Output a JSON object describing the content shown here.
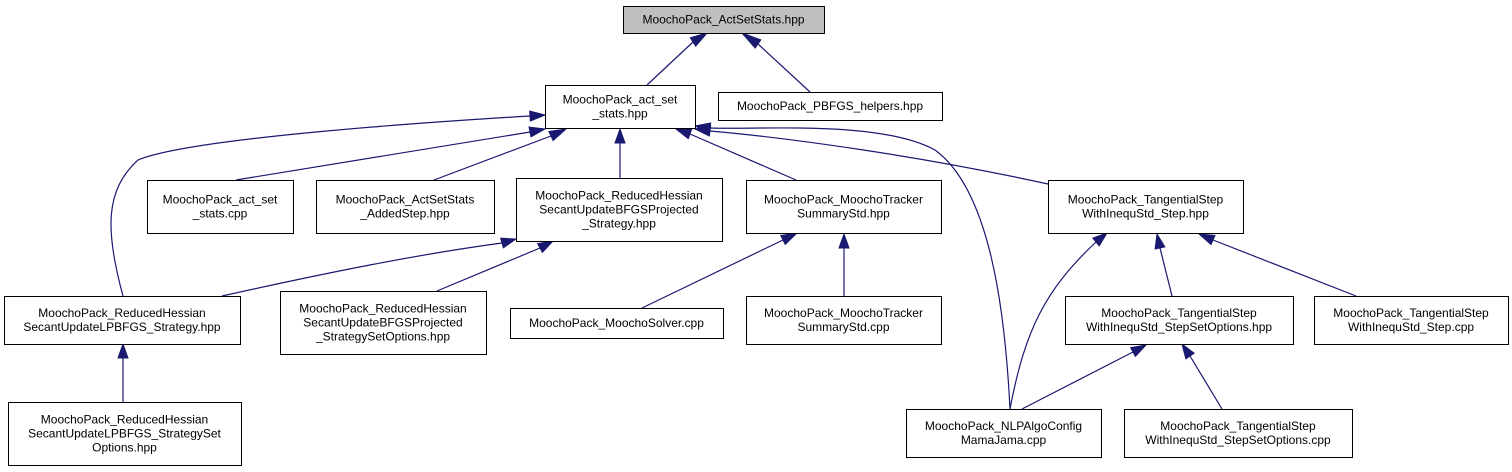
{
  "colors": {
    "edge": "#191970",
    "node_fill": "#ffffff",
    "root_fill": "#bfbfbf",
    "border": "#000000"
  },
  "nodes": [
    {
      "id": "root",
      "lines": [
        "MoochoPack_ActSetStats.hpp"
      ]
    },
    {
      "id": "act_set_stats_hpp",
      "lines": [
        "MoochoPack_act_set",
        "_stats.hpp"
      ]
    },
    {
      "id": "pbfgs_helpers",
      "lines": [
        "MoochoPack_PBFGS_helpers.hpp"
      ]
    },
    {
      "id": "act_set_stats_cpp",
      "lines": [
        "MoochoPack_act_set",
        "_stats.cpp"
      ]
    },
    {
      "id": "actsetstats_addedstep",
      "lines": [
        "MoochoPack_ActSetStats",
        "_AddedStep.hpp"
      ]
    },
    {
      "id": "rh_bfgs_projected",
      "lines": [
        "MoochoPack_ReducedHessian",
        "SecantUpdateBFGSProjected",
        "_Strategy.hpp"
      ]
    },
    {
      "id": "tracker_summary_hpp",
      "lines": [
        "MoochoPack_MoochoTracker",
        "SummaryStd.hpp"
      ]
    },
    {
      "id": "tangential_step_hpp",
      "lines": [
        "MoochoPack_TangentialStep",
        "WithInequStd_Step.hpp"
      ]
    },
    {
      "id": "rh_lpbfgs_strategy",
      "lines": [
        "MoochoPack_ReducedHessian",
        "SecantUpdateLPBFGS_Strategy.hpp"
      ]
    },
    {
      "id": "rh_bfgs_projected_setopts",
      "lines": [
        "MoochoPack_ReducedHessian",
        "SecantUpdateBFGSProjected",
        "_StrategySetOptions.hpp"
      ]
    },
    {
      "id": "moocho_solver",
      "lines": [
        "MoochoPack_MoochoSolver.cpp"
      ]
    },
    {
      "id": "tracker_summary_cpp",
      "lines": [
        "MoochoPack_MoochoTracker",
        "SummaryStd.cpp"
      ]
    },
    {
      "id": "tangential_setopts_hpp",
      "lines": [
        "MoochoPack_TangentialStep",
        "WithInequStd_StepSetOptions.hpp"
      ]
    },
    {
      "id": "tangential_step_cpp",
      "lines": [
        "MoochoPack_TangentialStep",
        "WithInequStd_Step.cpp"
      ]
    },
    {
      "id": "rh_lpbfgs_setopts",
      "lines": [
        "MoochoPack_ReducedHessian",
        "SecantUpdateLPBFGS_StrategySet",
        "Options.hpp"
      ]
    },
    {
      "id": "nlp_algo_config",
      "lines": [
        "MoochoPack_NLPAlgoConfig",
        "MamaJama.cpp"
      ]
    },
    {
      "id": "tangential_setopts_cpp",
      "lines": [
        "MoochoPack_TangentialStep",
        "WithInequStd_StepSetOptions.cpp"
      ]
    }
  ],
  "edges": [
    {
      "from": "act_set_stats_hpp",
      "to": "root"
    },
    {
      "from": "pbfgs_helpers",
      "to": "root"
    },
    {
      "from": "act_set_stats_cpp",
      "to": "act_set_stats_hpp"
    },
    {
      "from": "actsetstats_addedstep",
      "to": "act_set_stats_hpp"
    },
    {
      "from": "rh_bfgs_projected",
      "to": "act_set_stats_hpp"
    },
    {
      "from": "tracker_summary_hpp",
      "to": "act_set_stats_hpp"
    },
    {
      "from": "tangential_step_hpp",
      "to": "act_set_stats_hpp"
    },
    {
      "from": "rh_lpbfgs_strategy",
      "to": "act_set_stats_hpp"
    },
    {
      "from": "nlp_algo_config",
      "to": "act_set_stats_hpp"
    },
    {
      "from": "rh_lpbfgs_strategy",
      "to": "rh_bfgs_projected"
    },
    {
      "from": "rh_bfgs_projected_setopts",
      "to": "rh_bfgs_projected"
    },
    {
      "from": "moocho_solver",
      "to": "tracker_summary_hpp"
    },
    {
      "from": "tracker_summary_cpp",
      "to": "tracker_summary_hpp"
    },
    {
      "from": "tangential_setopts_hpp",
      "to": "tangential_step_hpp"
    },
    {
      "from": "tangential_step_cpp",
      "to": "tangential_step_hpp"
    },
    {
      "from": "nlp_algo_config",
      "to": "tangential_step_hpp"
    },
    {
      "from": "rh_lpbfgs_setopts",
      "to": "rh_lpbfgs_strategy"
    },
    {
      "from": "nlp_algo_config",
      "to": "tangential_setopts_hpp"
    },
    {
      "from": "tangential_setopts_cpp",
      "to": "tangential_setopts_hpp"
    }
  ]
}
